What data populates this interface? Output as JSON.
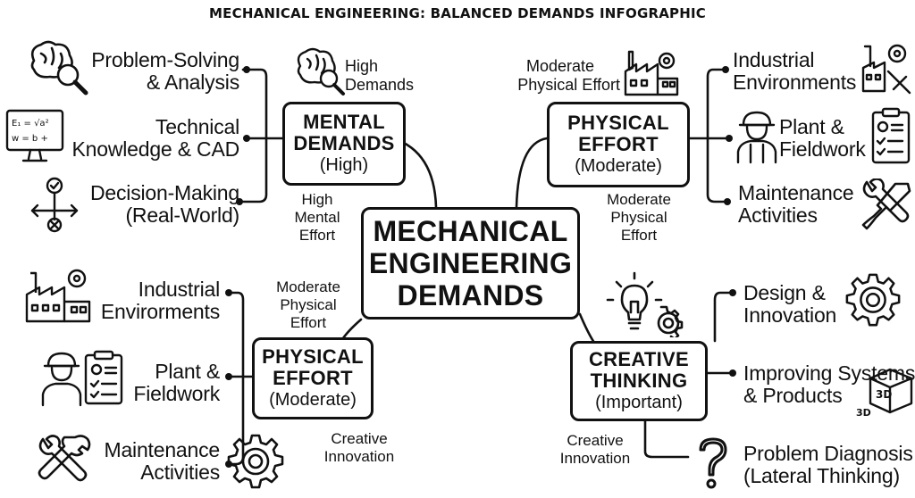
{
  "title": "MECHANICAL ENGINEERING: BALANCED DEMANDS INFOGRAPHIC",
  "center": {
    "lines": [
      "MECHANICAL",
      "ENGINEERING",
      "DEMANDS"
    ]
  },
  "mental": {
    "box": [
      "MENTAL",
      "DEMANDS",
      "(High)"
    ],
    "tag_top": [
      "High",
      "Demands"
    ],
    "tag_side": [
      "High",
      "Mental",
      "Effort"
    ],
    "items": [
      {
        "label": [
          "Problem-Solving",
          "& Analysis"
        ],
        "icon": "brain-magnifier-icon"
      },
      {
        "label": [
          "Technical",
          "Knowledge & CAD"
        ],
        "icon": "monitor-formula-icon",
        "formula": [
          "E₁ = √a²",
          "w = b + "
        ]
      },
      {
        "label": [
          "Decision-Making",
          "(Real-World)"
        ],
        "icon": "decision-arrows-icon"
      }
    ]
  },
  "physical_top": {
    "box": [
      "PHYSICAL",
      "EFFORT",
      "(Moderate)"
    ],
    "tag_top": [
      "Moderate",
      "Physical Effort"
    ],
    "tag_side": [
      "Moderate",
      "Physical",
      "Effort"
    ],
    "items": [
      {
        "label": [
          "Industrial",
          "Environments"
        ],
        "icon": "factory-icon"
      },
      {
        "label": [
          "Plant &",
          "Fieldwork"
        ],
        "icon": "worker-clipboard-icon"
      },
      {
        "label": [
          "Maintenance",
          "Activities"
        ],
        "icon": "wrench-screwdriver-icon"
      }
    ]
  },
  "physical_bottom": {
    "box": [
      "PHYSICAL",
      "EFFORT",
      "(Moderate)"
    ],
    "tag_top": [
      "Moderate",
      "Physical",
      "Effort"
    ],
    "tag_side": [
      "Creative",
      "Innovation"
    ],
    "items": [
      {
        "label": [
          "Industrial",
          "Envirorments"
        ],
        "icon": "factory-icon"
      },
      {
        "label": [
          "Plant &",
          "Fieldwork"
        ],
        "icon": "worker-clipboard-icon"
      },
      {
        "label": [
          "Maintenance",
          "Activities"
        ],
        "icon": "wrench-screwdriver-icon"
      }
    ]
  },
  "creative": {
    "box": [
      "CREATIVE",
      "THINKING",
      "(Important)"
    ],
    "tag_side": [
      "Creative",
      "Innovation"
    ],
    "items": [
      {
        "label": [
          "Design &",
          "Innovation"
        ],
        "icon": "gear-icon"
      },
      {
        "label": [
          "Improving Systems",
          "& Products"
        ],
        "icon": "3d-cube-icon",
        "badge": "3D"
      },
      {
        "label": [
          "Problem Diagnosis",
          "(Lateral Thinking)"
        ],
        "icon": "question-mark-icon"
      }
    ],
    "top_icon": "lightbulb-gear-icon"
  }
}
